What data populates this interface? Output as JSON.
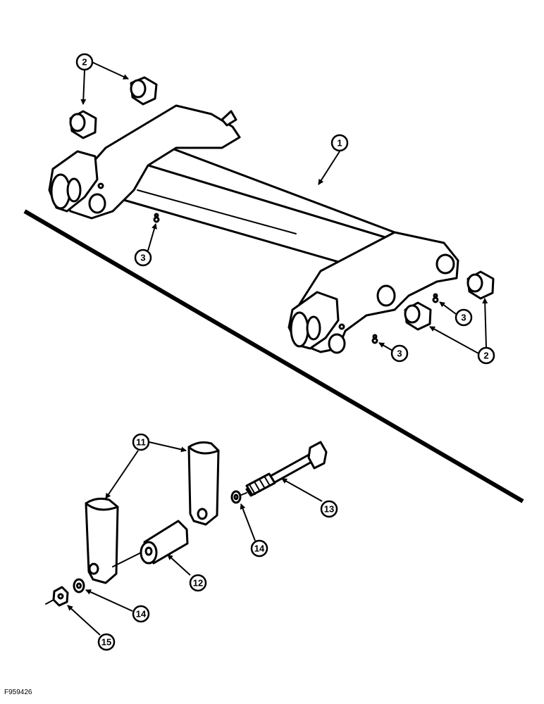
{
  "callouts": [
    {
      "id": "c1",
      "label": "1"
    },
    {
      "id": "c2a",
      "label": "2"
    },
    {
      "id": "c2b",
      "label": "2"
    },
    {
      "id": "c3a",
      "label": "3"
    },
    {
      "id": "c3b",
      "label": "3"
    },
    {
      "id": "c3c",
      "label": "3"
    },
    {
      "id": "c11",
      "label": "11"
    },
    {
      "id": "c12",
      "label": "12"
    },
    {
      "id": "c13",
      "label": "13"
    },
    {
      "id": "c14a",
      "label": "14"
    },
    {
      "id": "c14b",
      "label": "14"
    },
    {
      "id": "c15",
      "label": "15"
    }
  ],
  "figure_id": "F959426"
}
